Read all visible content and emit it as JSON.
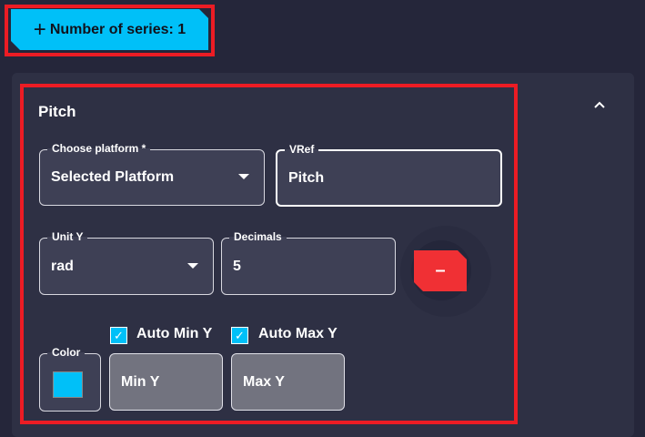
{
  "add_series_button": {
    "label": "Number of series: 1",
    "icon": "plus-icon"
  },
  "series": {
    "title": "Pitch",
    "platform": {
      "label": "Choose platform *",
      "value": "Selected Platform"
    },
    "vref": {
      "label": "VRef",
      "value": "Pitch"
    },
    "unit_y": {
      "label": "Unit Y",
      "value": "rad"
    },
    "decimals": {
      "label": "Decimals",
      "value": "5"
    },
    "remove_button": {
      "label": "–"
    },
    "auto_min": {
      "label": "Auto Min Y",
      "checked": true
    },
    "auto_max": {
      "label": "Auto Max Y",
      "checked": true
    },
    "color": {
      "label": "Color",
      "value": "#00c0f8"
    },
    "min_y": {
      "placeholder": "Min Y"
    },
    "max_y": {
      "placeholder": "Max Y"
    }
  },
  "colors": {
    "accent": "#00c0f8",
    "danger": "#f03034",
    "highlight": "#ec1c24"
  }
}
